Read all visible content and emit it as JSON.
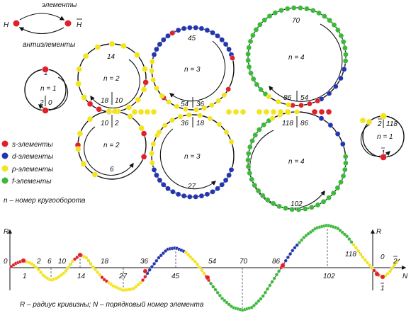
{
  "top": {
    "label_elements": "элементы",
    "label_antielements": "антиэлементы",
    "H": "H",
    "H_bar": "H"
  },
  "colors": {
    "s": "#e0202a",
    "d": "#2435b0",
    "p": "#f3e41c",
    "f": "#3cb83a",
    "line": "#111111"
  },
  "legend": [
    {
      "key": "s",
      "label": "s-элементы"
    },
    {
      "key": "d",
      "label": "d-элементы"
    },
    {
      "key": "p",
      "label": "p-элементы"
    },
    {
      "key": "f",
      "label": "f-элементы"
    }
  ],
  "legend_note": "n – номер кругооборота",
  "rings": {
    "r1": {
      "n": "n = 1",
      "a": "1",
      "b": "2",
      "c": "0"
    },
    "r2top": {
      "n": "n = 2",
      "a": "14",
      "b": "18",
      "c": "10"
    },
    "r2bot": {
      "n": "n = 2",
      "a": "10",
      "b": "2",
      "c": "6"
    },
    "r3top": {
      "n": "n = 3",
      "a": "45",
      "b": "54",
      "c": "36"
    },
    "r3bot": {
      "n": "n = 3",
      "a": "36",
      "b": "18",
      "c": "27"
    },
    "r4top": {
      "n": "n = 4",
      "a": "70",
      "b": "86",
      "c": "54"
    },
    "r4bot": {
      "n": "n = 4",
      "a": "118",
      "b": "86",
      "c": "102"
    },
    "rneg": {
      "n": "n = 1",
      "a": "2",
      "b": "118",
      "c": "1"
    }
  },
  "graph": {
    "ylabel": "R",
    "ylabel2": "R",
    "xlabel": "N",
    "ticks_above": [
      "0",
      "2",
      "6",
      "10",
      "18",
      "36",
      "54",
      "70",
      "86",
      "118",
      "0",
      "2"
    ],
    "ticks_below": [
      "1",
      "14",
      "27",
      "45",
      "102",
      "1"
    ],
    "caption": "R – радиус кривизны; N – порядковый номер элемента"
  }
}
